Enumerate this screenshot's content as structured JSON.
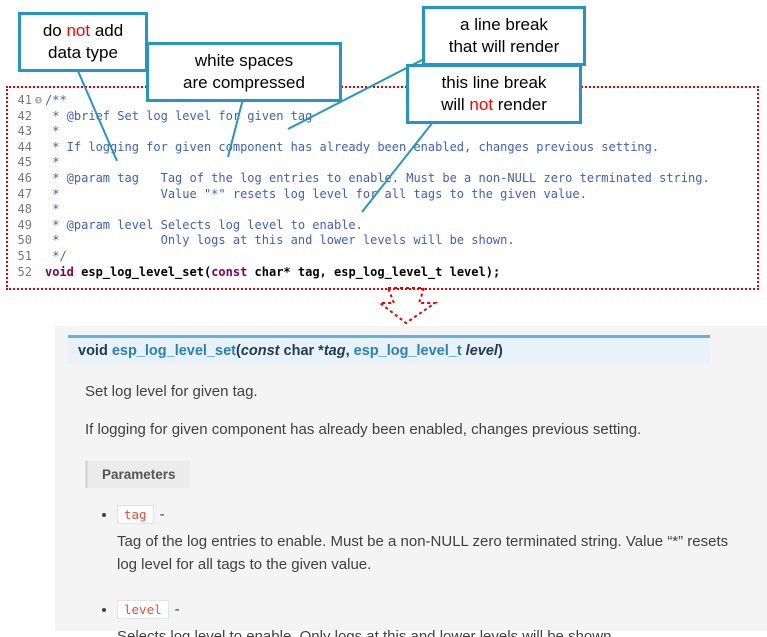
{
  "colors": {
    "callout_border": "#2596be",
    "annotation_red": "#ff0000",
    "code_comment": "#3f5fbf",
    "code_keyword": "#7f0055",
    "line_number_gray": "#787878",
    "dotted_border_red": "#e60000",
    "docs_accent_blue": "#2980b9",
    "sig_background": "#e7f2fa",
    "sig_top_border": "#6ab0de",
    "docs_panel_bg": "#f4f4f4",
    "literal_red": "#e74c3c"
  },
  "callouts": {
    "box1": {
      "pre": "do ",
      "red": "not",
      "post": " add",
      "line2": "data type"
    },
    "box2": {
      "line1": "white spaces",
      "line2": "are compressed"
    },
    "box3": {
      "line1": "a line break",
      "line2": "that will render"
    },
    "box4": {
      "line1": "this line break",
      "pre": "will ",
      "red": "not",
      "post": " render"
    }
  },
  "code": {
    "lines": [
      {
        "n": "41",
        "f": "⊖",
        "t": "/**"
      },
      {
        "n": "42",
        "f": "",
        "t": " * @brief Set log level for given tag"
      },
      {
        "n": "43",
        "f": "",
        "t": " *"
      },
      {
        "n": "44",
        "f": "",
        "t": " * If logging for given component has already been enabled, changes previous setting."
      },
      {
        "n": "45",
        "f": "",
        "t": " *"
      },
      {
        "n": "46",
        "f": "",
        "t": " * @param tag   Tag of the log entries to enable. Must be a non-NULL zero terminated string."
      },
      {
        "n": "47",
        "f": "",
        "t": " *              Value \"*\" resets log level for all tags to the given value."
      },
      {
        "n": "48",
        "f": "",
        "t": " *"
      },
      {
        "n": "49",
        "f": "",
        "t": " * @param level Selects log level to enable."
      },
      {
        "n": "50",
        "f": "",
        "t": " *              Only logs at this and lower levels will be shown."
      },
      {
        "n": "51",
        "f": "",
        "t": " */"
      },
      {
        "n": "52",
        "f": "",
        "t": ""
      }
    ],
    "line52": {
      "kw1": "void",
      "mid": " esp_log_level_set(",
      "kw2": "const",
      "rest": " char* tag, esp_log_level_t level);"
    }
  },
  "docs": {
    "signature": {
      "ret": "void ",
      "name": "esp_log_level_set",
      "open": "(",
      "kw": "const",
      "mid": "  char *",
      "arg1": "tag",
      "comma": ", ",
      "type": "esp_log_level_t",
      "arg2": " level",
      "close": ")"
    },
    "p1": "Set log level for given tag.",
    "p2": "If logging for given component has already been enabled, changes previous setting.",
    "params_label": "Parameters",
    "params": [
      {
        "name": "tag",
        "dash": "-",
        "desc": "Tag of the log entries to enable. Must be a non-NULL zero terminated string. Value “*” resets log level for all tags to the given value."
      },
      {
        "name": "level",
        "dash": "-",
        "desc": "Selects log level to enable. Only logs at this and lower levels will be shown."
      }
    ]
  }
}
